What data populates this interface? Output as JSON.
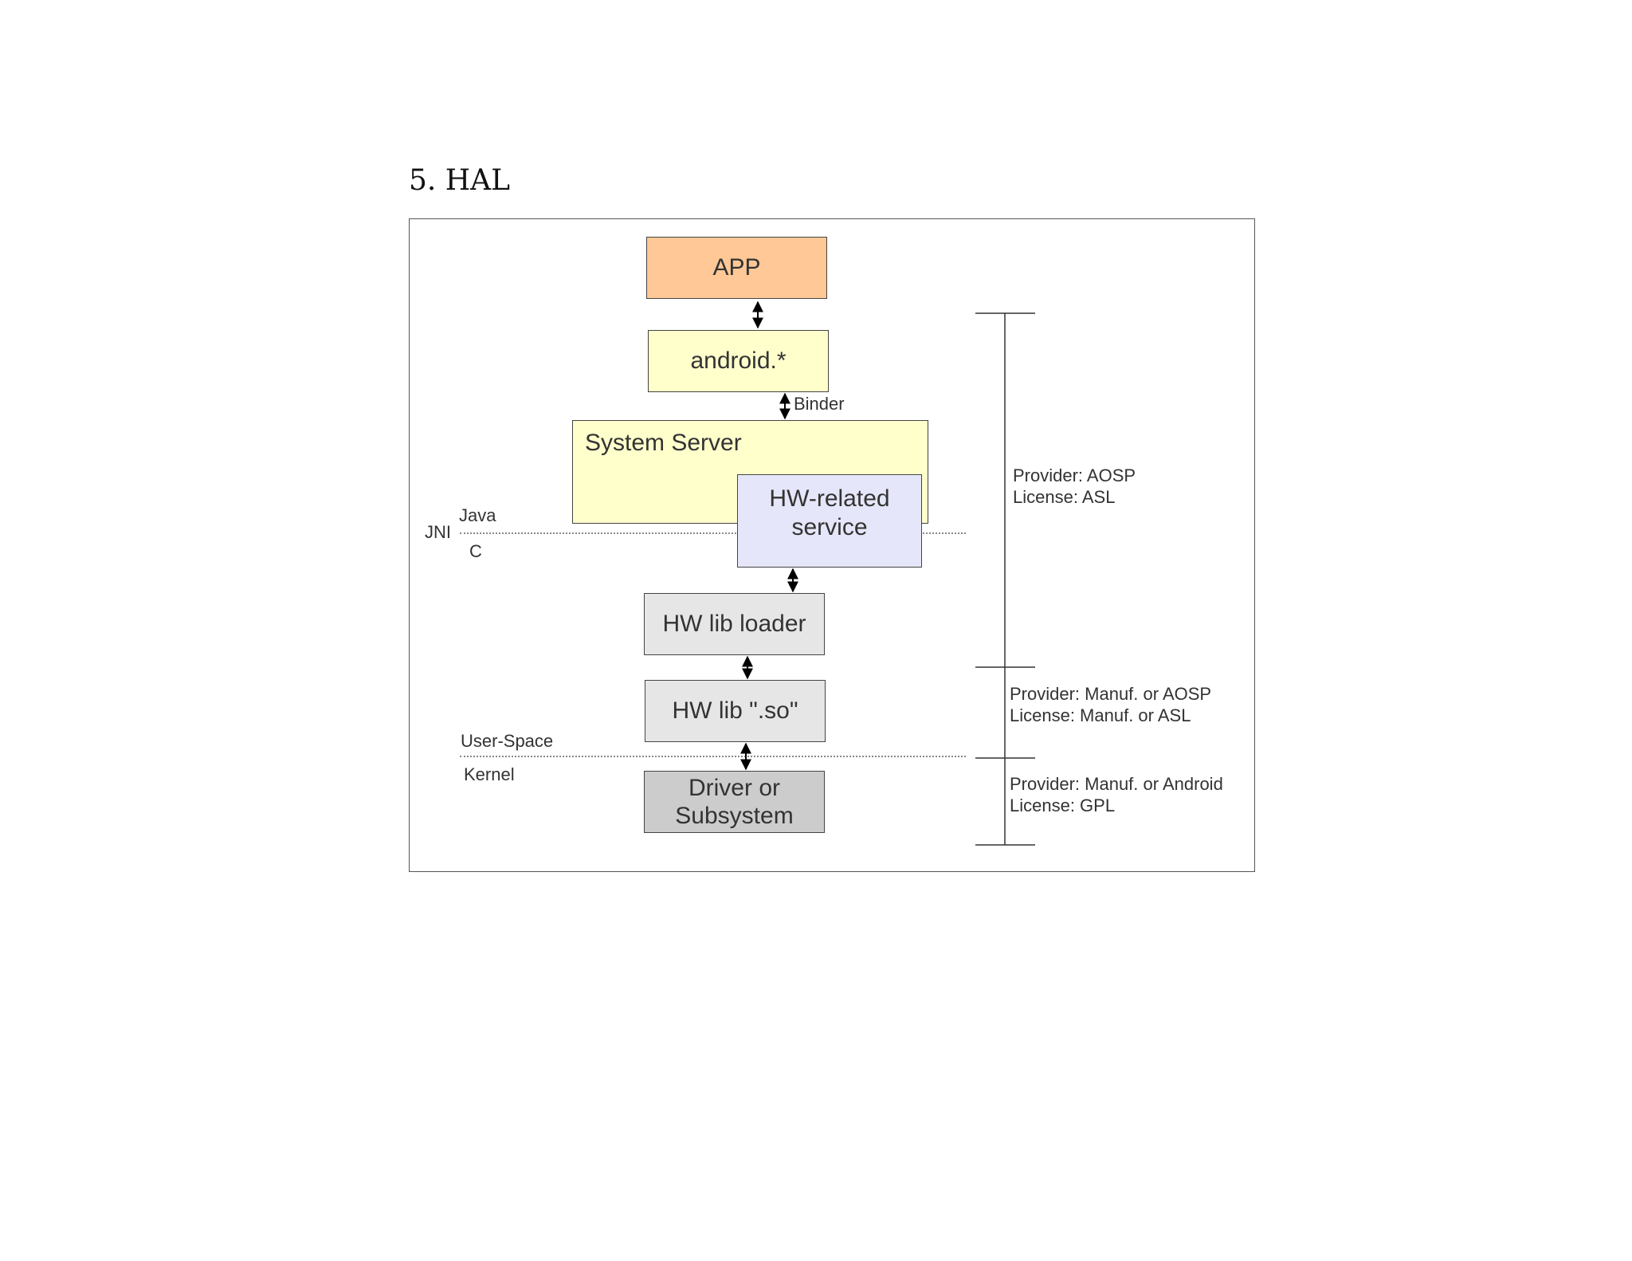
{
  "page": {
    "title": "5. HAL"
  },
  "diagram": {
    "boxes": {
      "app": {
        "label": "APP",
        "fill": "#ffc896"
      },
      "android": {
        "label": "android.*",
        "fill": "#ffffcc"
      },
      "system_server": {
        "label": "System Server",
        "fill": "#ffffcc"
      },
      "hw_service": {
        "label_line1": "HW-related",
        "label_line2": "service",
        "fill": "#e6e6fa"
      },
      "hw_lib_loader": {
        "label": "HW lib loader",
        "fill": "#e6e6e6"
      },
      "hw_lib_so": {
        "label": "HW lib \".so\"",
        "fill": "#e6e6e6"
      },
      "driver": {
        "label_line1": "Driver or",
        "label_line2": "Subsystem",
        "fill": "#cccccc"
      }
    },
    "connector_labels": {
      "binder": "Binder"
    },
    "boundaries": {
      "jni": {
        "label": "JNI",
        "above": "Java",
        "below": "C"
      },
      "kernel": {
        "above": "User-Space",
        "below": "Kernel"
      }
    },
    "provider_notes": [
      {
        "provider": "Provider: AOSP",
        "license": "License: ASL"
      },
      {
        "provider": "Provider: Manuf. or AOSP",
        "license": "License: Manuf. or ASL"
      },
      {
        "provider": "Provider: Manuf. or Android",
        "license": "License: GPL"
      }
    ]
  }
}
